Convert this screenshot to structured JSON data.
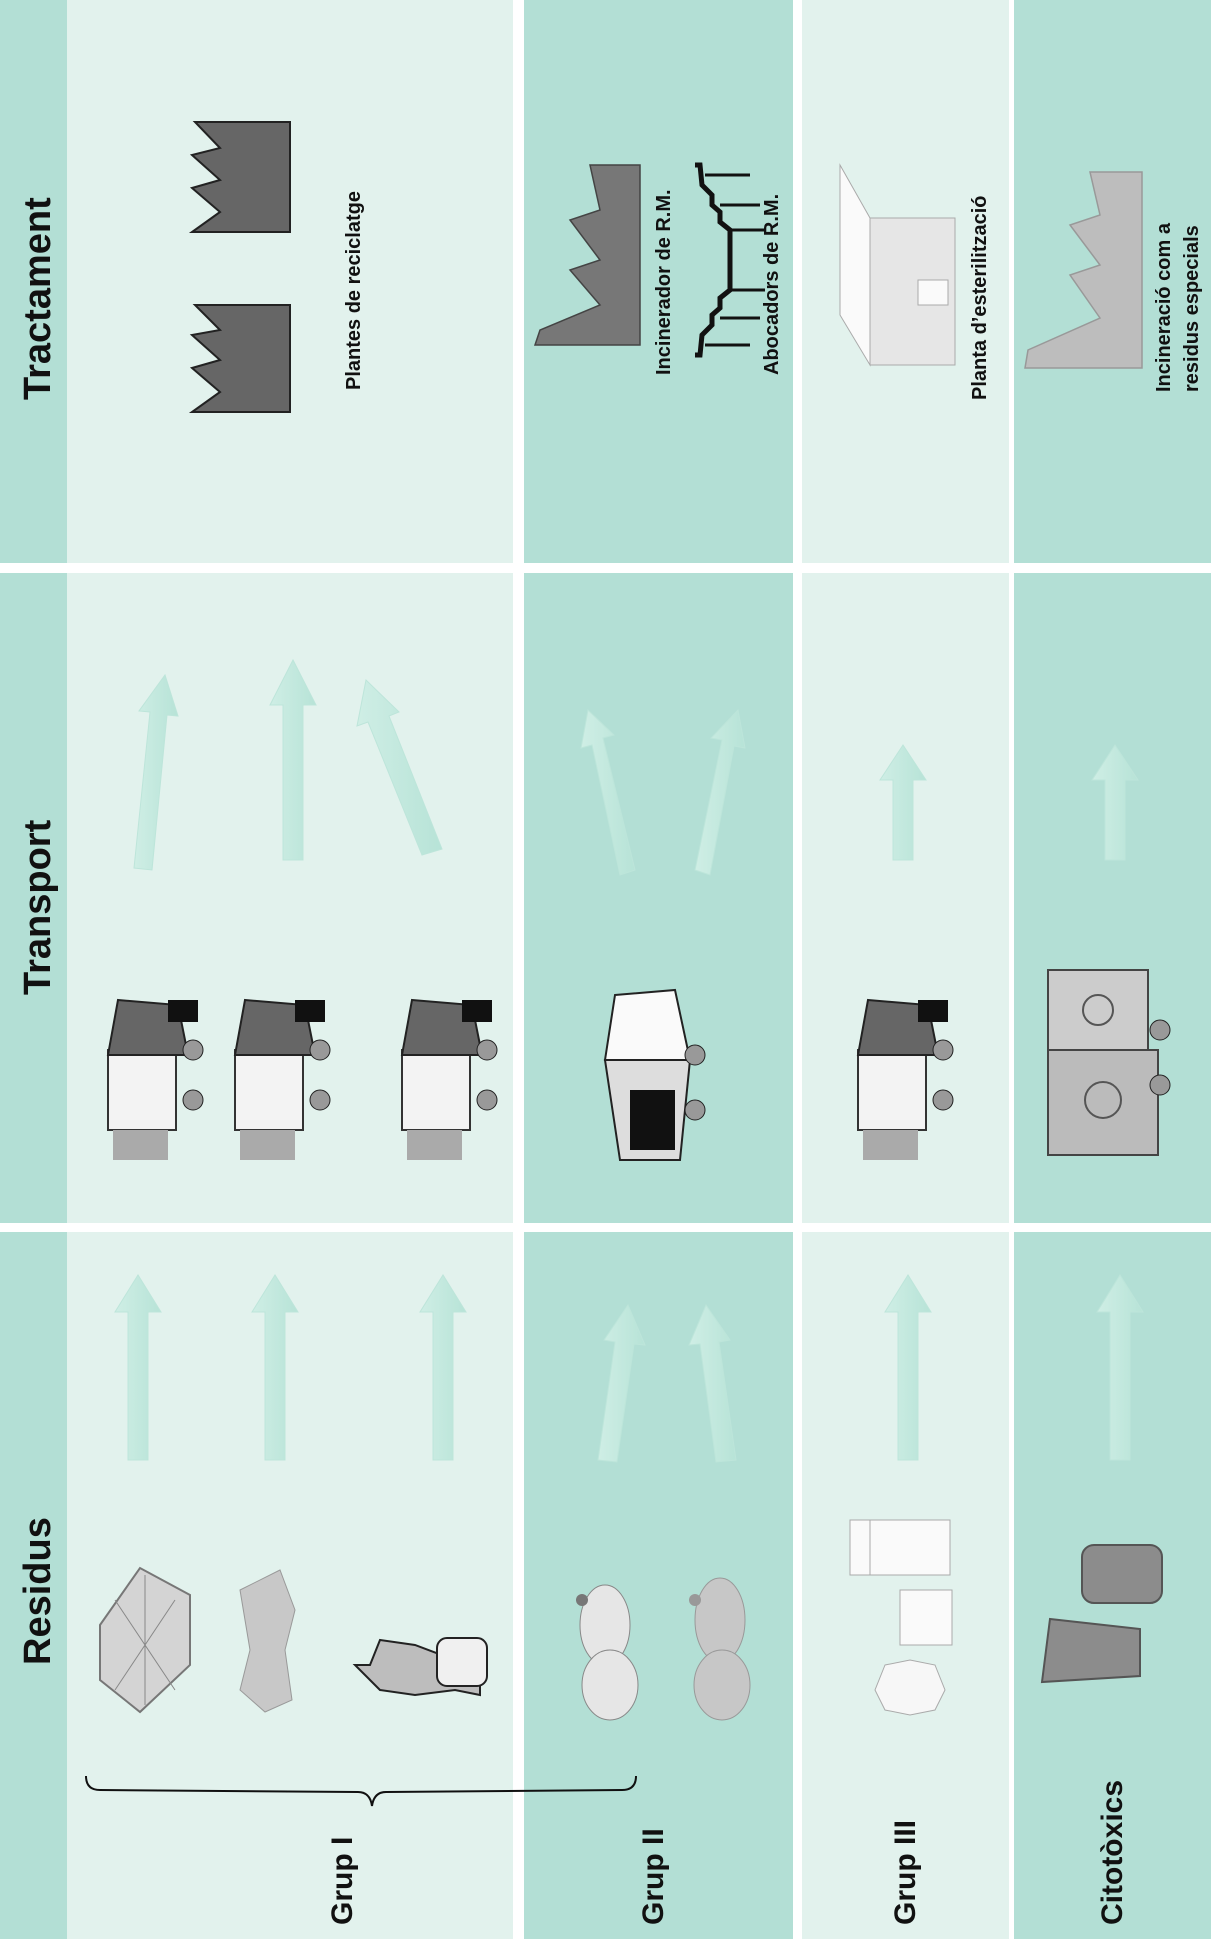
{
  "columns": {
    "residus": "Residus",
    "transport": "Transport",
    "tractament": "Tractament"
  },
  "groups": {
    "grup1": "Grup I",
    "grup2": "Grup II",
    "grup3": "Grup III",
    "citotoxics": "Citotòxics"
  },
  "treatment": {
    "reciclatge": "Plantes de reciclatge",
    "incinerador": "Incinerador de R.M.",
    "abocadors": "Abocadors de R.M.",
    "esterilitzacio": "Planta d’esterilització",
    "incineracio_line1": "Incineració com a",
    "incineracio_line2": "residus especials"
  },
  "colors": {
    "band_light": "#e2f2ed",
    "band_dark": "#b3dfd5",
    "header_strip": "#b3dfd5",
    "arrow": "#c9ebe1"
  }
}
